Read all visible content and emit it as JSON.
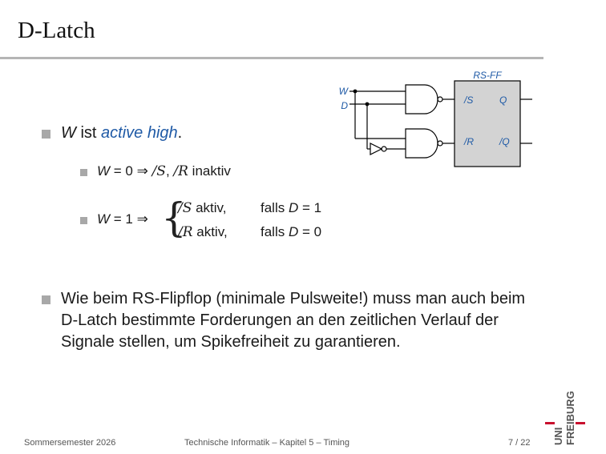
{
  "title": "D-Latch",
  "bullet1": {
    "var": "W",
    "mid": " ist ",
    "emph": "active high",
    "end": "."
  },
  "sub1": {
    "var": "W",
    "eq": " = 0 ⇒ ",
    "s": "/S",
    "comma": ", ",
    "r": "/R",
    "tail": " inaktiv"
  },
  "sub2": {
    "lhs_var": "W",
    "lhs_eq": " = 1 ⇒",
    "case1": {
      "sig": "/S",
      "text": " aktiv,",
      "cond_pre": "falls ",
      "cond_var": "D",
      "cond_post": " = 1"
    },
    "case2": {
      "sig": "/R",
      "text": " aktiv,",
      "cond_pre": "falls ",
      "cond_var": "D",
      "cond_post": " = 0"
    }
  },
  "paragraph": "Wie beim RS-Flipflop (minimale Pulsweite!) muss man auch beim D-Latch bestimmte Forderungen an den zeitlichen Verlauf der Signale stellen, um Spikefreiheit zu garantieren.",
  "diagram": {
    "ff_label": "RS-FF",
    "input_w": "W",
    "input_d": "D",
    "pin_s": "/S",
    "pin_r": "/R",
    "out_q": "Q",
    "out_nq": "/Q",
    "colors": {
      "wire": "#000000",
      "label": "#1f5aa6",
      "ff_fill": "#d3d3d3"
    }
  },
  "footer": {
    "left": "Sommersemester 2026",
    "center": "Technische Informatik – Kapitel 5 – Timing",
    "page": "7 / 22"
  },
  "logo": {
    "line1": "UNI",
    "line2": "FREIBURG",
    "accent": "#c8102e"
  }
}
